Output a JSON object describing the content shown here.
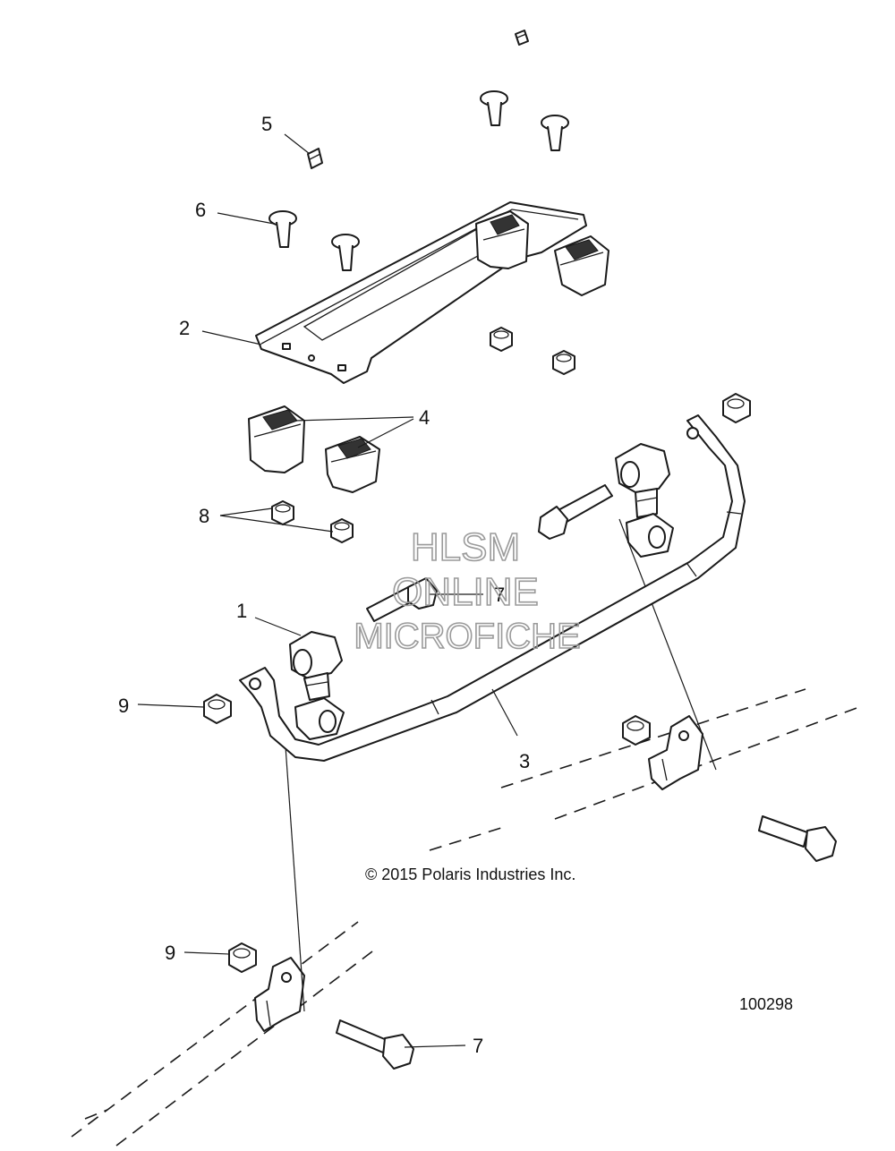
{
  "callouts": {
    "c1": "1",
    "c2": "2",
    "c3": "3",
    "c4": "4",
    "c5": "5",
    "c6": "6",
    "c7a": "7",
    "c7b": "7",
    "c8": "8",
    "c9a": "9",
    "c9b": "9"
  },
  "watermark": {
    "line1": "HLSM",
    "line2": "ONLINE",
    "line3": "MICROFICHE"
  },
  "copyright": "© 2015 Polaris Industries Inc.",
  "diagram_number": "100298"
}
